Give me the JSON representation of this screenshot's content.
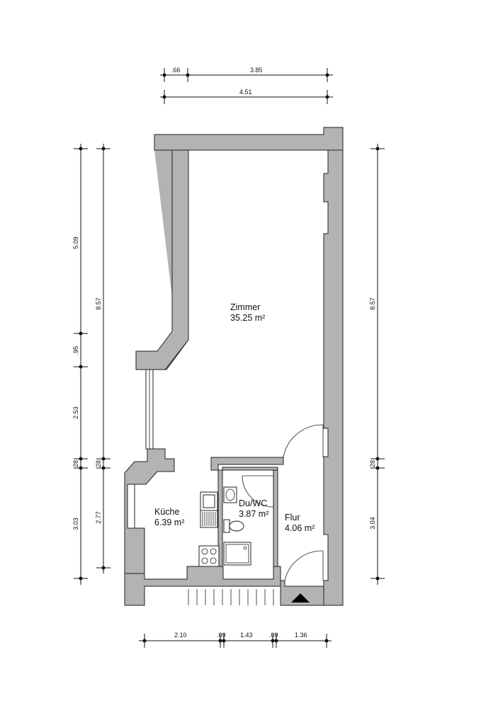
{
  "rooms": {
    "zimmer": {
      "name": "Zimmer",
      "area": "35.25 m²"
    },
    "kueche": {
      "name": "Küche",
      "area": "6.39 m²"
    },
    "duwc": {
      "name": "Du/WC",
      "area": "3.87 m²"
    },
    "flur": {
      "name": "Flur",
      "area": "4.06 m²"
    }
  },
  "dimensions": {
    "top_row1_left": ".66",
    "top_row1_right": "3.85",
    "top_row2": "4.51",
    "left_outer_1": "5.09",
    "left_outer_2": ".95",
    "left_outer_3": "2.53",
    "left_outer_4": "28",
    "left_outer_5": "3.03",
    "left_inner_1": "8.57",
    "left_inner_2": "28",
    "left_inner_3": "2.77",
    "right_1": "8.57",
    "right_2": "28",
    "right_3": "3.04",
    "bottom_1": "2.10",
    "bottom_2": ".09",
    "bottom_3": "1.43",
    "bottom_4": ".09",
    "bottom_5": "1.36"
  }
}
